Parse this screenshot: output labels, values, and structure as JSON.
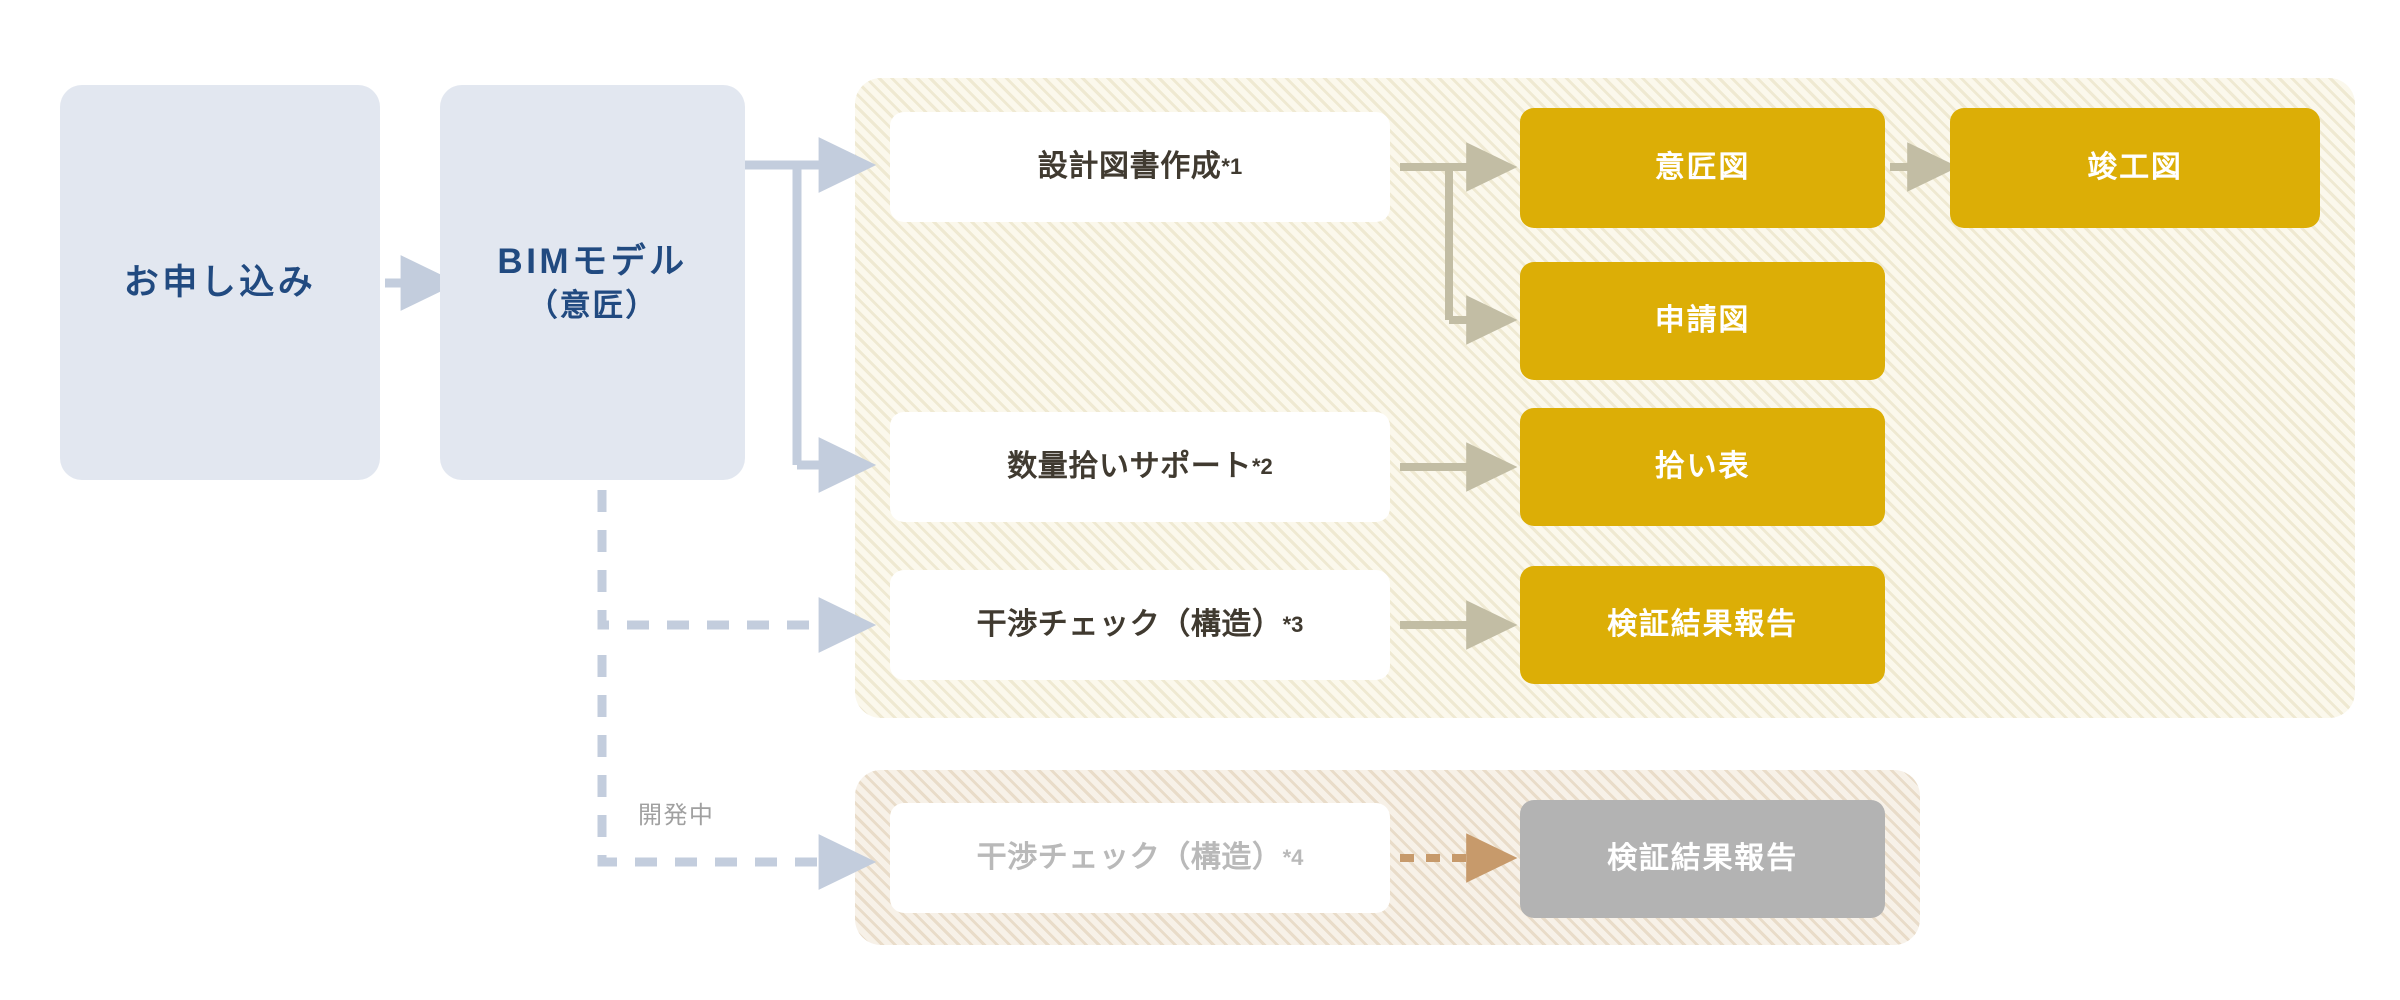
{
  "diagram": {
    "title": "BIM service flow",
    "colors": {
      "blue_box": "#e2e7f0",
      "blue_text": "#214a80",
      "gold_box": "#dcae06",
      "gray_box": "#b3b3b3",
      "panel_top": "#fbf8ec",
      "panel_bottom": "#f7f1e8",
      "arrow_blue": "#c3cddd",
      "arrow_olive": "#c2bda4",
      "arrow_tan": "#c79a6b",
      "card_text": "#403a30",
      "muted_text": "#b9b9b9"
    },
    "entry": [
      {
        "id": "application",
        "label": "お申し込み"
      },
      {
        "id": "bim-model",
        "label": "BIMモデル",
        "sub": "（意匠）"
      }
    ],
    "arrow_entry": {
      "name": "arrow-application-to-bim"
    },
    "caption_in_development": "開発中",
    "panel_top": {
      "name": "available-services-panel",
      "services": [
        {
          "id": "drawing-creation",
          "label": "設計図書作成",
          "ref": "*1"
        },
        {
          "id": "quantity-support",
          "label": "数量拾いサポート",
          "ref": "*2"
        },
        {
          "id": "clash-check-3",
          "label": "干渉チェック（構造）",
          "ref": "*3"
        }
      ],
      "outputs": [
        {
          "id": "design-drawing",
          "label": "意匠図"
        },
        {
          "id": "as-built-drawing",
          "label": "竣工図"
        },
        {
          "id": "application-drawing",
          "label": "申請図"
        },
        {
          "id": "takeoff-sheet",
          "label": "拾い表"
        },
        {
          "id": "verification-report",
          "label": "検証結果報告"
        }
      ]
    },
    "panel_bottom": {
      "name": "in-development-panel",
      "services": [
        {
          "id": "clash-check-4",
          "label": "干渉チェック（構造）",
          "ref": "*4"
        }
      ],
      "outputs": [
        {
          "id": "verification-report-dev",
          "label": "検証結果報告"
        }
      ]
    }
  }
}
